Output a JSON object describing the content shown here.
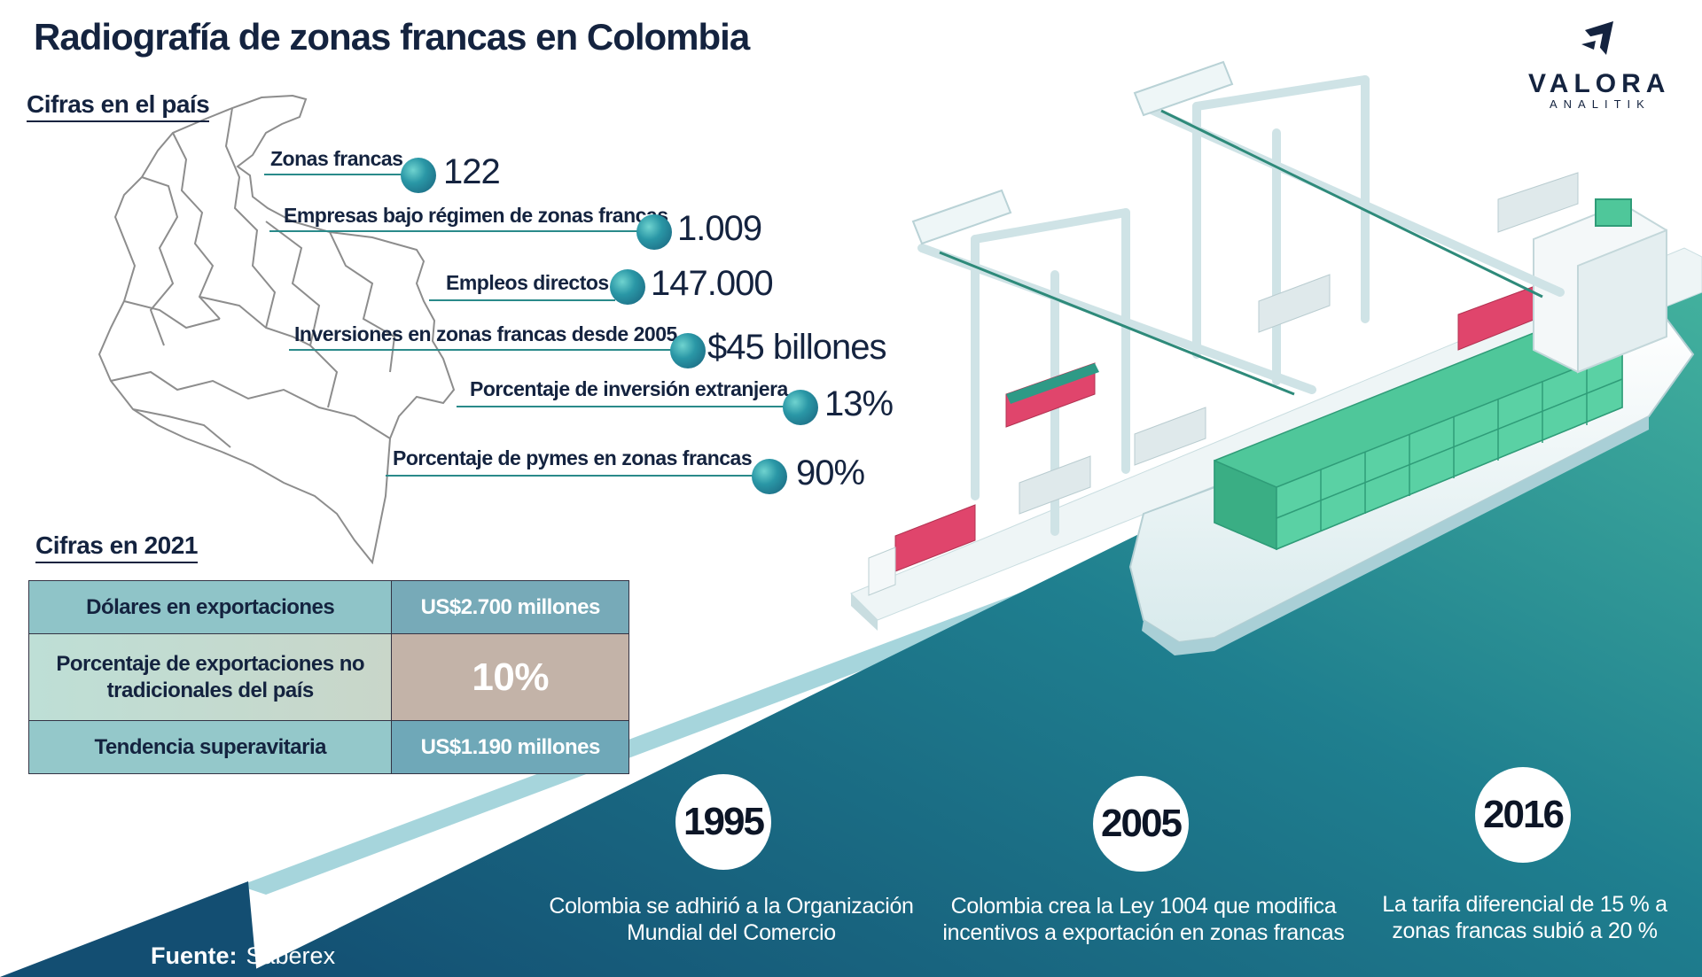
{
  "title": "Radiografía de zonas francas en Colombia",
  "logo": {
    "word": "VALORA",
    "sub": "ANALITIK"
  },
  "country_section": {
    "heading": "Cifras en el país",
    "stats": [
      {
        "label": "Zonas francas",
        "value": "122"
      },
      {
        "label": "Empresas bajo régimen de zonas francas",
        "value": "1.009"
      },
      {
        "label": "Empleos directos",
        "value": "147.000"
      },
      {
        "label": "Inversiones en zonas francas desde 2005",
        "value": "$45 billones"
      },
      {
        "label": "Porcentaje de inversión extranjera",
        "value": "13%"
      },
      {
        "label": "Porcentaje de pymes en zonas francas",
        "value": "90%"
      }
    ]
  },
  "year_section": {
    "heading": "Cifras en 2021",
    "rows": [
      {
        "label": "Dólares en exportaciones",
        "value": "US$2.700 millones"
      },
      {
        "label": "Porcentaje de exportaciones no tradicionales del país",
        "value": "10%"
      },
      {
        "label": "Tendencia superavitaria",
        "value": "US$1.190 millones"
      }
    ]
  },
  "timeline": [
    {
      "year": "1995",
      "text": "Colombia se adhirió a la Organización Mundial del Comercio"
    },
    {
      "year": "2005",
      "text": "Colombia crea la Ley 1004 que modifica incentivos a exportación en zonas francas"
    },
    {
      "year": "2016",
      "text": "La tarifa diferencial de 15 % a zonas francas subió a 20 %"
    }
  ],
  "source": {
    "label": "Fuente:",
    "value": "Saberex"
  },
  "colors": {
    "navy": "#14233f",
    "teal_dark": "#165a78",
    "teal_light": "#3aa59c",
    "container_green": "#4fc79a",
    "container_red": "#e0456c"
  }
}
